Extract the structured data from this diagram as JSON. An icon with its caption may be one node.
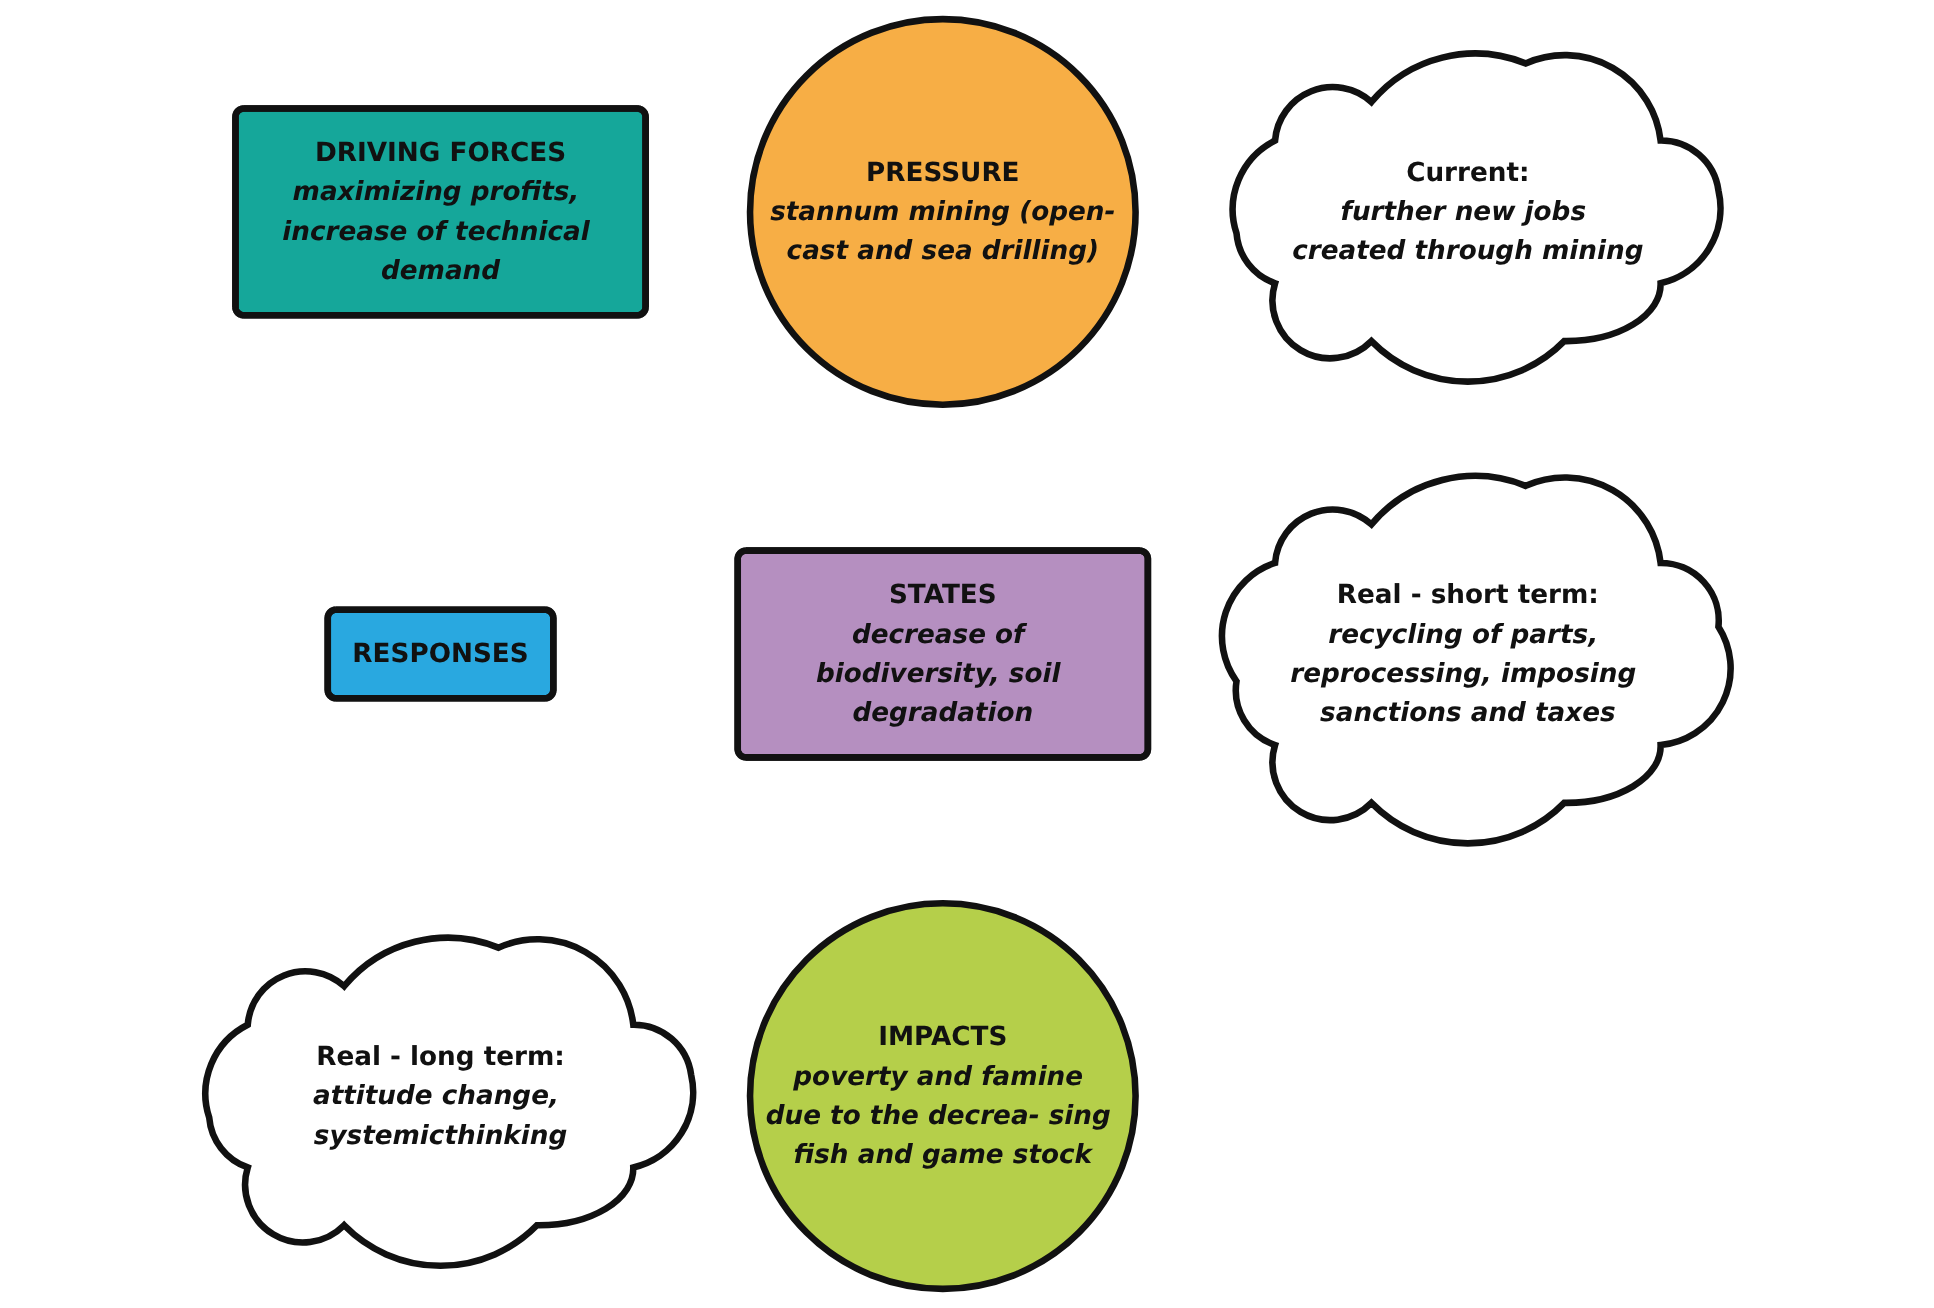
{
  "diagram": {
    "nodes": [
      {
        "text": [
          "DRIVING FORCES",
          "maximizing profits, increase of technical demand"
        ]
      },
      {
        "text": [
          "PRESSURE",
          "stannum mining (open-cast and sea drilling)"
        ]
      },
      {
        "text": [
          "Current:",
          "further new jobs created through mining"
        ]
      },
      {
        "text": [
          "RESPONSES"
        ]
      },
      {
        "text": [
          "STATES",
          "decrease of biodiversity, soil degradation"
        ]
      },
      {
        "text": [
          "Real - short term:",
          "recycling of parts, reprocessing, imposing sanctions and taxes"
        ]
      },
      {
        "text": [
          "Real - long term:",
          "attitude change, systemicthinking"
        ]
      },
      {
        "text": [
          "IMPACTS",
          "poverty and famine due to the decrea- sing fish and game stock"
        ]
      }
    ]
  }
}
